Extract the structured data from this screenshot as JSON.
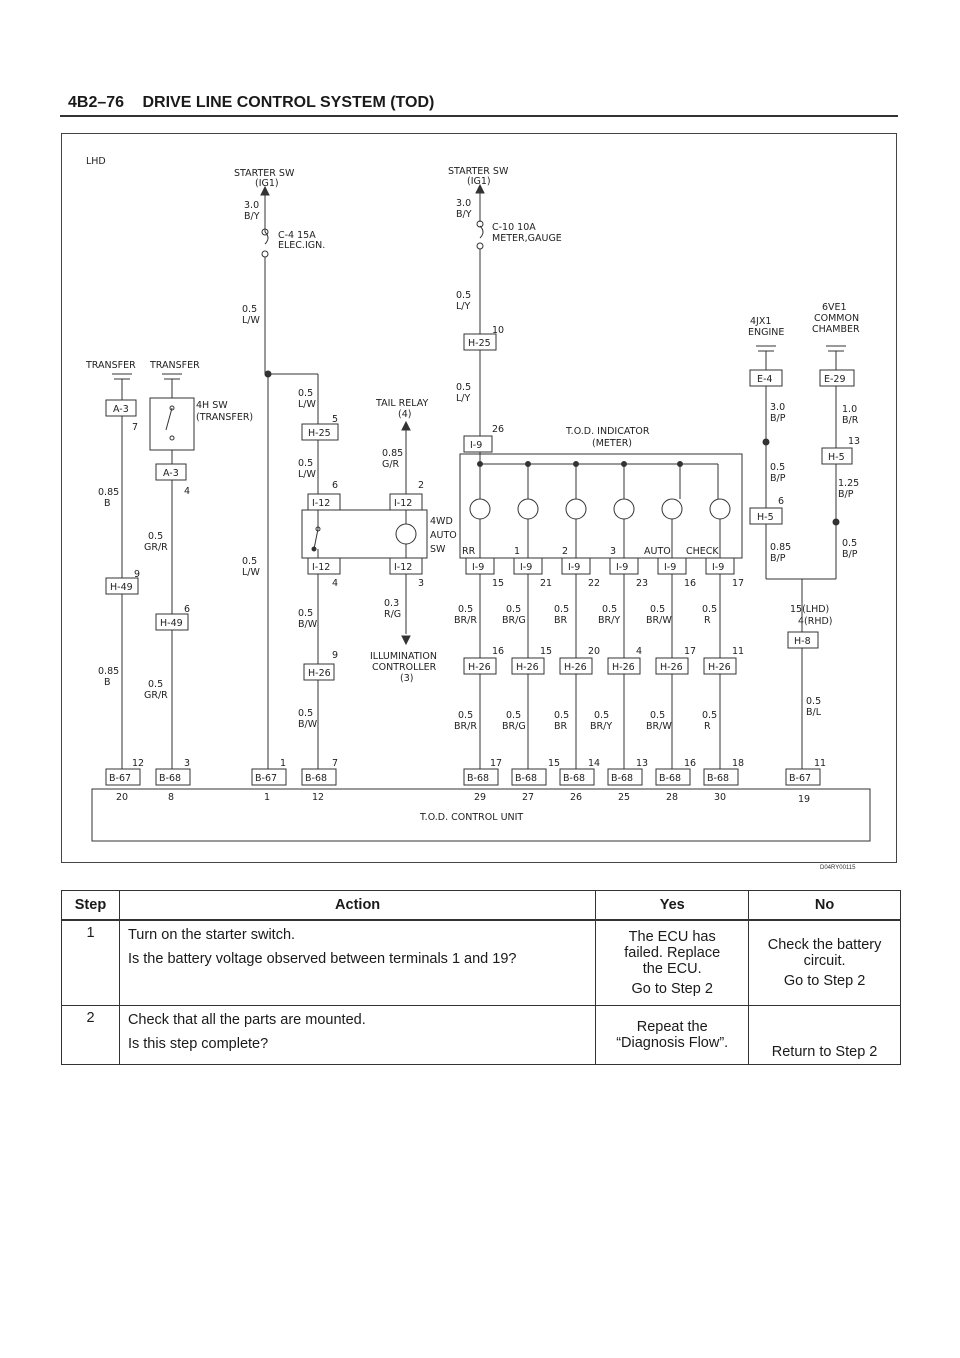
{
  "header": {
    "section": "4B2–76",
    "title": "DRIVE LINE CONTROL SYSTEM (TOD)"
  },
  "diagram": {
    "figure_id": "D04RY00115",
    "labels": {
      "lhd": "LHD",
      "starter_sw": "STARTER SW",
      "ig1": "(IG1)",
      "v30by": "3.0",
      "by": "B/Y",
      "fuse1a": "C-4 15A",
      "fuse1b": "ELEC.IGN.",
      "fuse2a": "C-10 10A",
      "fuse2b": "METER,GAUGE",
      "w05": "0.5",
      "lw": "L/W",
      "ly": "L/Y",
      "transfer": "TRANSFER",
      "sw4h_a": "4H SW",
      "sw4h_b": "(TRANSFER)",
      "tail_relay": "TAIL RELAY",
      "tail_relay_n": "(4)",
      "w085": "0.85",
      "gr": "G/R",
      "b": "B",
      "grr": "GR/R",
      "bw": "B/W",
      "w03": "0.3",
      "rg": "R/G",
      "illum_a": "ILLUMINATION",
      "illum_b": "CONTROLLER",
      "illum_c": "(3)",
      "wd4_a": "4WD",
      "wd4_b": "AUTO",
      "wd4_c": "SW",
      "tod_ind_a": "T.O.D. INDICATOR",
      "tod_ind_b": "(METER)",
      "ind_rr": "RR",
      "ind_1": "1",
      "ind_2": "2",
      "ind_3": "3",
      "ind_auto": "AUTO",
      "ind_check": "CHECK",
      "brr": "BR/R",
      "brg": "BR/G",
      "br": "BR",
      "bry": "BR/Y",
      "brw": "BR/W",
      "r": "R",
      "eng4jx1": "4JX1",
      "engine": "ENGINE",
      "eng6ve1": "6VE1",
      "common": "COMMON",
      "chamber": "CHAMBER",
      "bp": "B/P",
      "w10": "1.0",
      "w30": "3.0",
      "w125": "1.25",
      "br_col": "B/R",
      "bl": "B/L",
      "lhd15": "15(LHD)",
      "rhd4": "4(RHD)",
      "tod_unit": "T.O.D. CONTROL UNIT"
    }
  },
  "table": {
    "headers": [
      "Step",
      "Action",
      "Yes",
      "No"
    ],
    "rows": [
      {
        "step": "1",
        "action": [
          "Turn on the starter switch.",
          "Is the battery voltage observed between terminals 1 and 19?"
        ],
        "yes": [
          "The ECU has",
          "failed. Replace",
          "the ECU.",
          "Go to Step 2"
        ],
        "no": [
          "Check the battery",
          "circuit.",
          "Go to Step 2"
        ]
      },
      {
        "step": "2",
        "action": [
          "Check that all the parts are mounted.",
          "Is this step complete?"
        ],
        "yes": [
          "Repeat the",
          "“Diagnosis Flow”."
        ],
        "no": [
          "Return to Step 2"
        ]
      }
    ]
  }
}
